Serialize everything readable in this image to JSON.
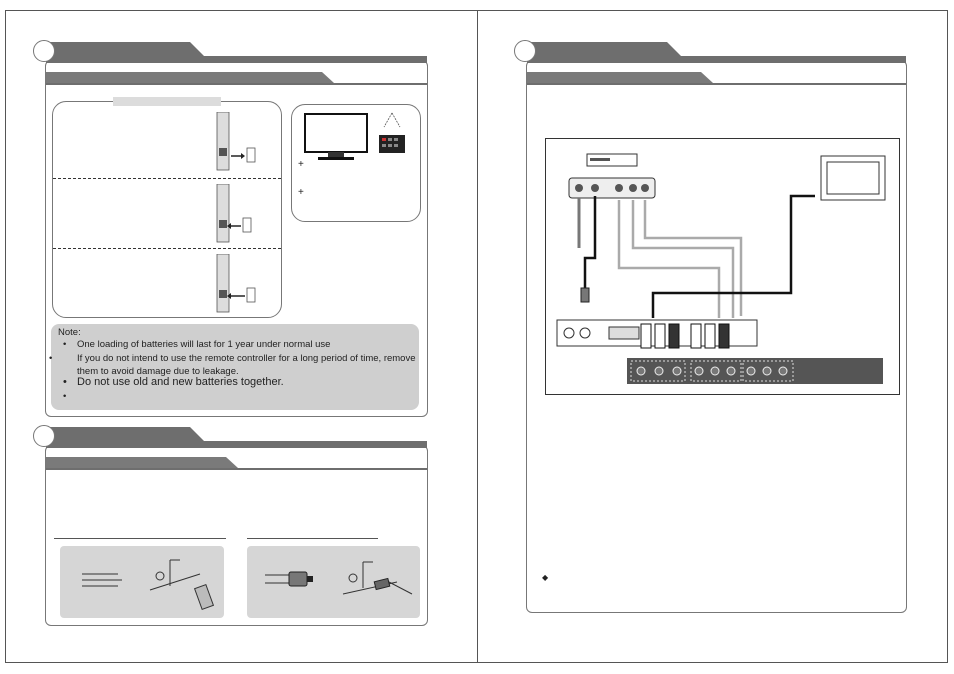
{
  "notes": {
    "title": "Note:",
    "items": [
      {
        "bullet": "•",
        "text": "One loading of batteries will last for 1 year under normal use"
      },
      {
        "bullet": "•",
        "text": "If you do not intend to use the remote controller for a long period of time, remove them to avoid damage due to leakage."
      },
      {
        "bullet": "•",
        "text": "Do not use old and new batteries together."
      },
      {
        "bullet": "•",
        "text": ""
      }
    ]
  },
  "tv_panel": {
    "bullets": [
      "+",
      "+"
    ]
  },
  "right_page": {
    "footnote_bullet": "◆"
  },
  "colors": {
    "header": "#6e6e6e",
    "note_bg": "#cfcfcf",
    "illustration_bg": "#d6d6d6"
  }
}
